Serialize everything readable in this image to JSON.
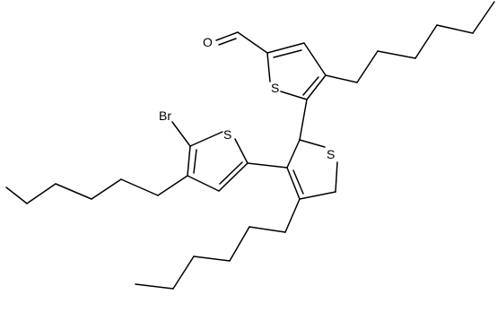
{
  "molecule": {
    "atom_labels": {
      "oxygen": "O",
      "sulfur_top": "S",
      "sulfur_middle": "S",
      "sulfur_left": "S",
      "bromine": "Br"
    },
    "colors": {
      "bond": "#000000",
      "label": "#000000",
      "background": "#ffffff"
    }
  }
}
